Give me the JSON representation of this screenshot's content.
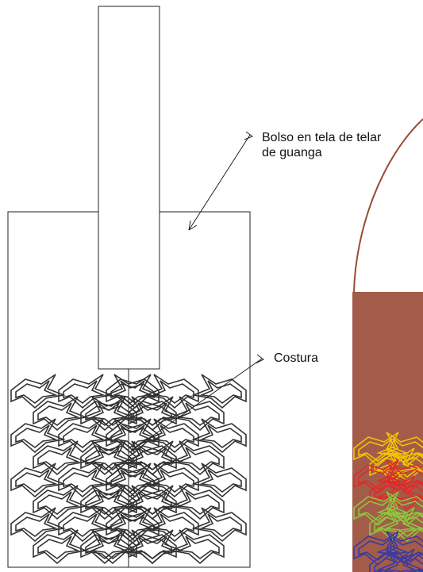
{
  "annotations": {
    "bag": {
      "line1": "Bolso en tela de telar",
      "line2": "de guanga"
    },
    "seam": {
      "label": "Costura"
    }
  },
  "colors": {
    "outline": "#222222",
    "fabric": "#a35c4a",
    "handle_arc": "#9a4a35",
    "weave": [
      "#f2c400",
      "#e02a2a",
      "#8dc63f",
      "#3a3aa0"
    ]
  }
}
